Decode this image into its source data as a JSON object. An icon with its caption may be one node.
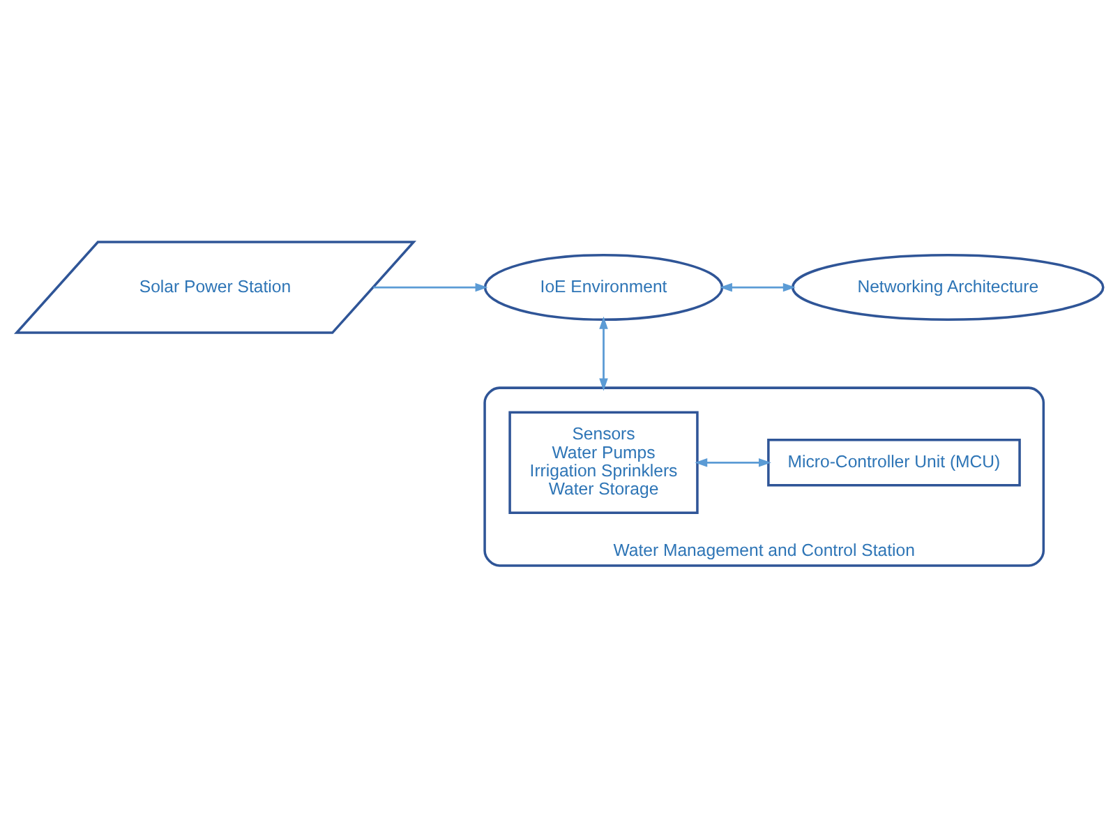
{
  "diagram": {
    "nodes": [
      {
        "text": [
          "Solar Power Station"
        ]
      },
      {
        "text": [
          "IoE Environment"
        ]
      },
      {
        "text": [
          "Networking Architecture"
        ]
      },
      {
        "text": [
          "Water Management and Control Station"
        ]
      },
      {
        "text": [
          "Micro-Controller Unit (MCU)"
        ],
        "in": 3
      },
      {
        "text": [
          "Sensors",
          "Water Pumps",
          "Irrigation Sprinklers",
          "Water Storage"
        ],
        "in": 3
      }
    ],
    "edges": [
      {
        "from": 0,
        "to": 1,
        "arrow": "to"
      },
      {
        "from": 1,
        "to": 2,
        "arrow": "both"
      },
      {
        "from": 1,
        "to": 3,
        "arrow": "both"
      },
      {
        "from": 4,
        "to": 5,
        "arrow": "both"
      }
    ]
  }
}
